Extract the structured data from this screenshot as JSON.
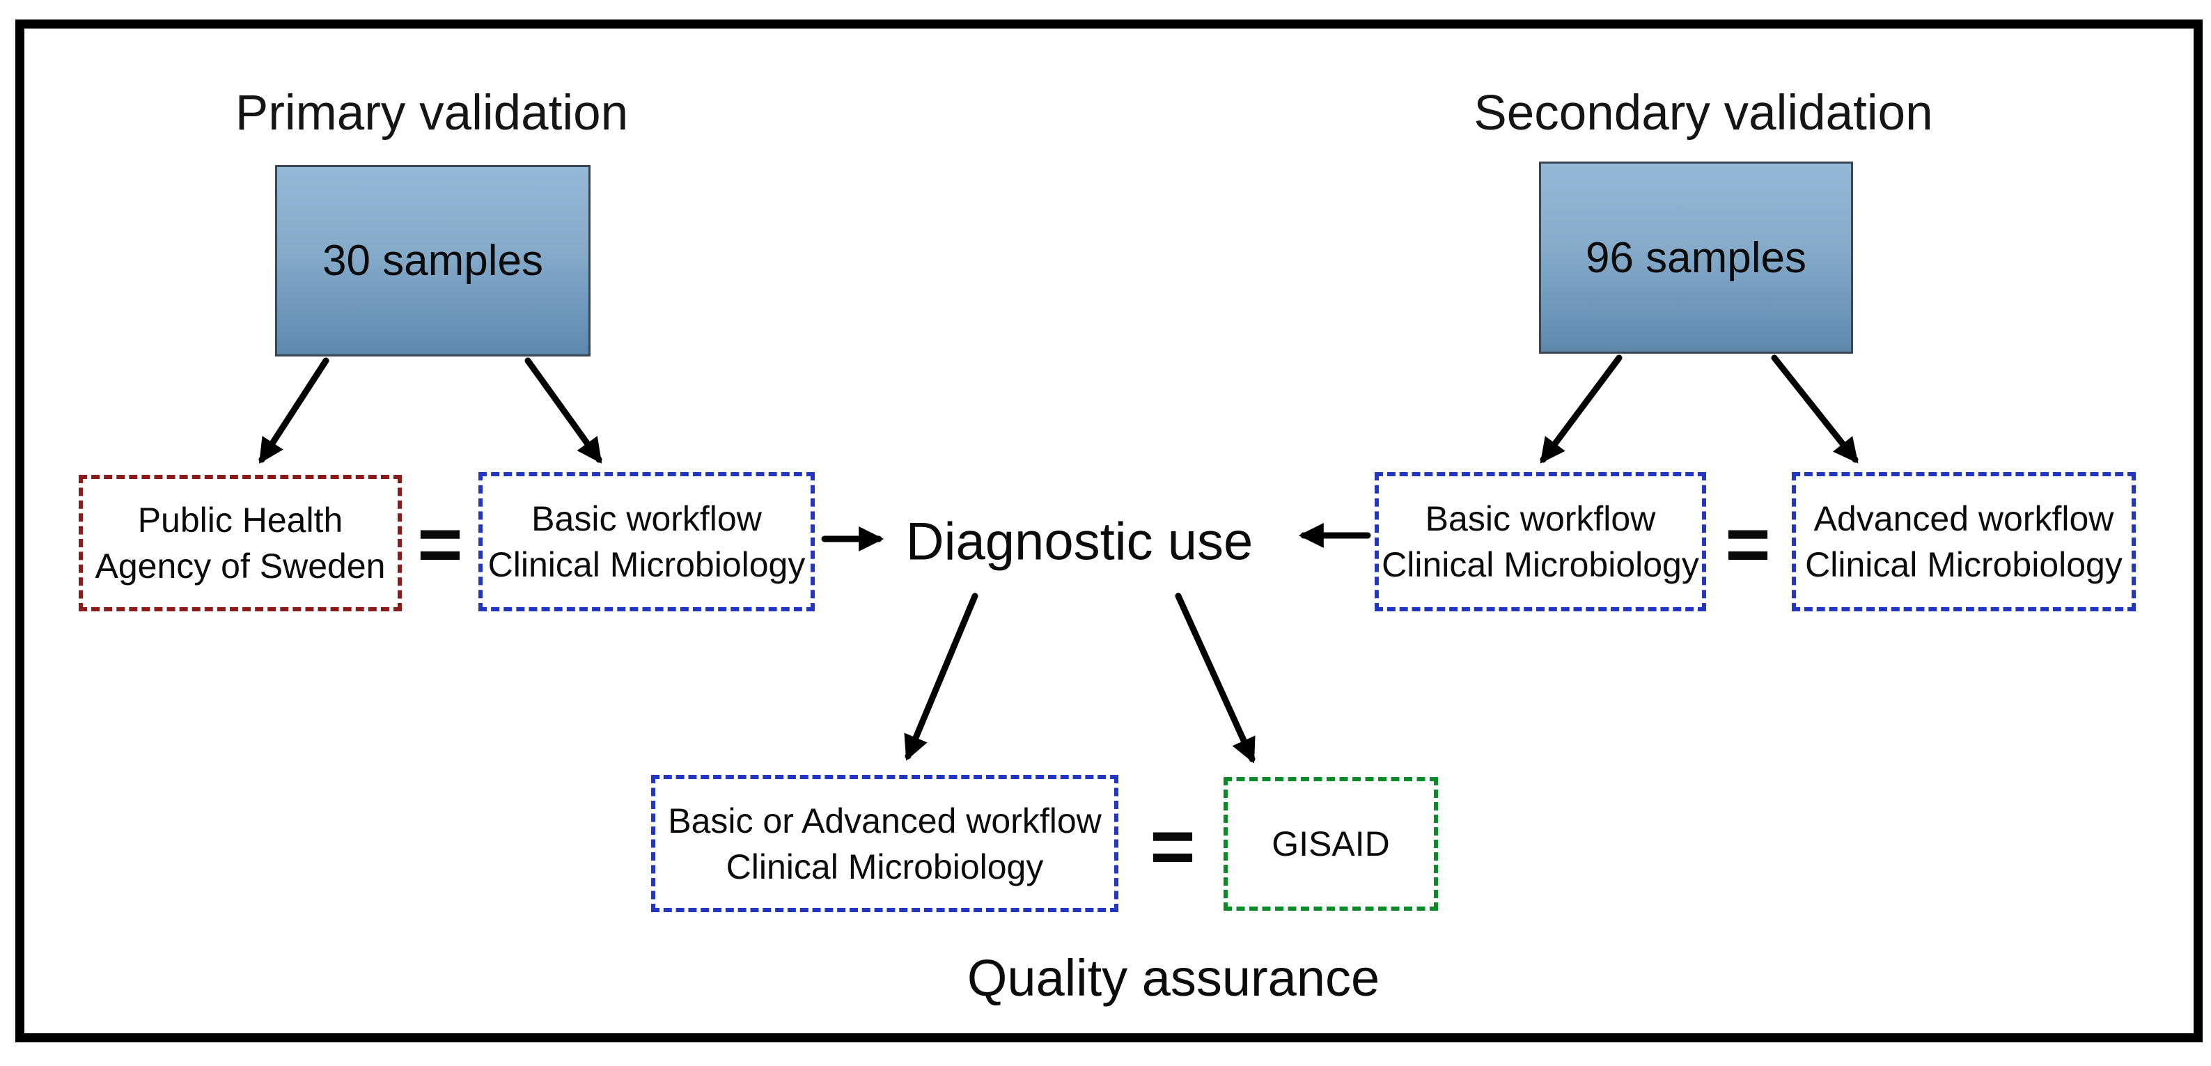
{
  "primary": {
    "title": "Primary validation",
    "box_label": "30 samples"
  },
  "secondary": {
    "title": "Secondary validation",
    "box_label": "96 samples"
  },
  "nodes": {
    "phas": {
      "line1": "Public Health",
      "line2": "Agency of Sweden"
    },
    "basic_left": {
      "line1": "Basic workflow",
      "line2": "Clinical Microbiology"
    },
    "basic_right": {
      "line1": "Basic workflow",
      "line2": "Clinical Microbiology"
    },
    "advanced": {
      "line1": "Advanced workflow",
      "line2": "Clinical Microbiology"
    },
    "basic_or_advanced": {
      "line1": "Basic or Advanced workflow",
      "line2": "Clinical Microbiology"
    },
    "gisaid": "GISAID"
  },
  "center": {
    "diagnostic_use": "Diagnostic use"
  },
  "bottom": {
    "quality_assurance": "Quality assurance"
  },
  "symbols": {
    "equals": "="
  },
  "colors": {
    "frame_border": "#000000",
    "sample_box_top": "#94b8d7",
    "sample_box_bottom": "#5e87ac",
    "sample_box_border": "#3a4652",
    "dashed_red": "#8b1a1a",
    "dashed_blue": "#2236c2",
    "dashed_green": "#0b8b28",
    "arrow": "#000000",
    "text": "#0b0b0b"
  }
}
